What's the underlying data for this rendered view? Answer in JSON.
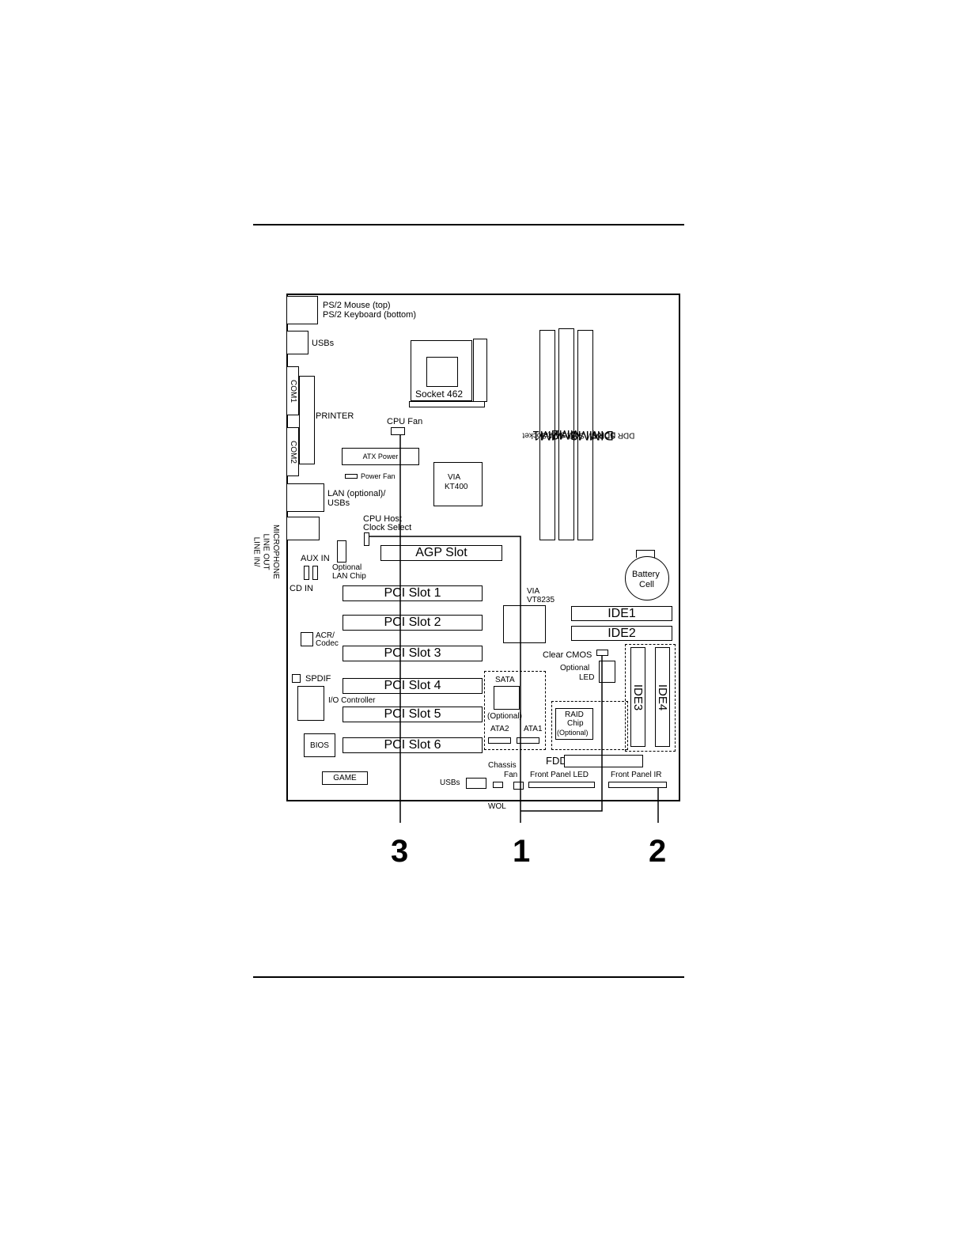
{
  "labels": {
    "ps2": "PS/2 Mouse (top)",
    "ps2_b": "PS/2 Keyboard (bottom)",
    "usbs_top": "USBs",
    "printer": "PRINTER",
    "com1": "COM1",
    "com2": "COM2",
    "lan": "LAN (optional)/",
    "lan_b": "USBs",
    "audio": "LINE IN/",
    "audio_b": "LINE OUT",
    "audio_c": "MICROPHONE",
    "aux_in": "AUX IN",
    "cd_in": "CD IN",
    "optional_lan": "Optional",
    "optional_lan_b": "LAN Chip",
    "acr": "ACR/",
    "acr_b": "Codec",
    "spdif": "SPDIF",
    "io_controller": "I/O Controller",
    "bios": "BIOS",
    "game": "GAME",
    "usbs_bottom": "USBs",
    "socket": "Socket 462",
    "cpu_fan": "CPU Fan",
    "atx_power": "ATX Power",
    "power_fan": "Power Fan",
    "via_kt": "VIA",
    "via_kt_b": "KT400",
    "cpu_host": "CPU Host",
    "cpu_host_b": "Clock Select",
    "agp": "AGP Slot",
    "pci1": "PCI Slot 1",
    "pci2": "PCI Slot 2",
    "pci3": "PCI Slot 3",
    "pci4": "PCI Slot 4",
    "pci5": "PCI Slot 5",
    "pci6": "PCI Slot 6",
    "via_vt": "VIA",
    "via_vt_b": "VT8235",
    "sata": "SATA",
    "sata_opt": "(Optional)",
    "ata2": "ATA2",
    "ata1": "ATA1",
    "chassis_fan": "Chassis",
    "chassis_fan_b": "Fan",
    "front_led": "Front Panel LED",
    "front_ir": "Front Panel IR",
    "wol": "WOL",
    "fdd": "FDD",
    "raid": "RAID",
    "raid_b": "Chip",
    "raid_c": "(Optional)",
    "optional_led": "Optional",
    "optional_led_b": "LED",
    "clear_cmos": "Clear CMOS",
    "ide1": "IDE1",
    "ide2": "IDE2",
    "ide3": "IDE3",
    "ide4": "IDE4",
    "battery": "Battery",
    "battery_b": "Cell",
    "dimm1": "DIMM1",
    "dimm2": "DIMM2",
    "dimm3": "DIMM3",
    "dimm_socket": "DDR SDRAM Socket"
  },
  "callouts": {
    "c1": "1",
    "c2": "2",
    "c3": "3"
  }
}
